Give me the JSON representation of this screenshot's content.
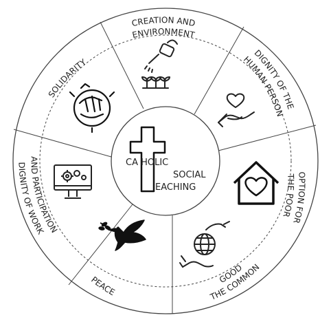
{
  "center": {
    "line1": "CA    HOLIC",
    "line2": "SOCIAL",
    "line3": "EACHING"
  },
  "segments": [
    {
      "id": "creation",
      "line1": "CREATION AND",
      "line2": "ENVIRONMENT",
      "icon": "watering-can-plants-icon"
    },
    {
      "id": "dignity-human",
      "line1": "DIGNITY OF THE",
      "line2": "HUMAN PERSON",
      "icon": "hand-holding-heart-icon"
    },
    {
      "id": "option-poor",
      "line1": "OPTION FOR",
      "line2": "THE POOR",
      "icon": "house-heart-icon"
    },
    {
      "id": "common-good",
      "line1": "THE COMMON",
      "line2": "GOOD",
      "icon": "hands-globe-icon"
    },
    {
      "id": "peace",
      "line1": "PEACE",
      "line2": "",
      "icon": "dove-olive-branch-icon"
    },
    {
      "id": "dignity-work",
      "line1": "DIGNITY OF WORK",
      "line2": "AND PARTICIPATION",
      "icon": "computer-gears-icon"
    },
    {
      "id": "solidarity",
      "line1": "SOLIDARITY",
      "line2": "",
      "icon": "joined-hands-icon"
    }
  ],
  "colors": {
    "line": "#444444",
    "text": "#222222"
  }
}
